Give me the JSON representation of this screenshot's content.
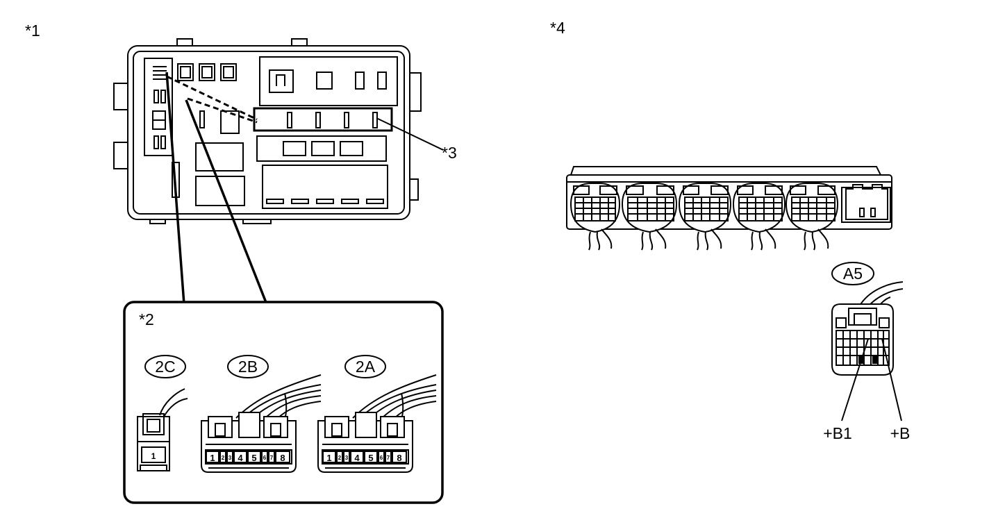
{
  "labels": {
    "callout_1": "*1",
    "callout_2": "*2",
    "callout_3": "*3",
    "callout_4": "*4"
  },
  "connectors": {
    "c2c": "2C",
    "c2b": "2B",
    "c2a": "2A",
    "a5": "A5"
  },
  "pins_2c": [
    "1"
  ],
  "pins_2b": [
    "1",
    "2",
    "3",
    "4",
    "5",
    "6",
    "7",
    "8"
  ],
  "pins_2a": [
    "1",
    "2",
    "3",
    "4",
    "5",
    "6",
    "7",
    "8"
  ],
  "terminals": {
    "b1": "+B1",
    "b": "+B"
  }
}
